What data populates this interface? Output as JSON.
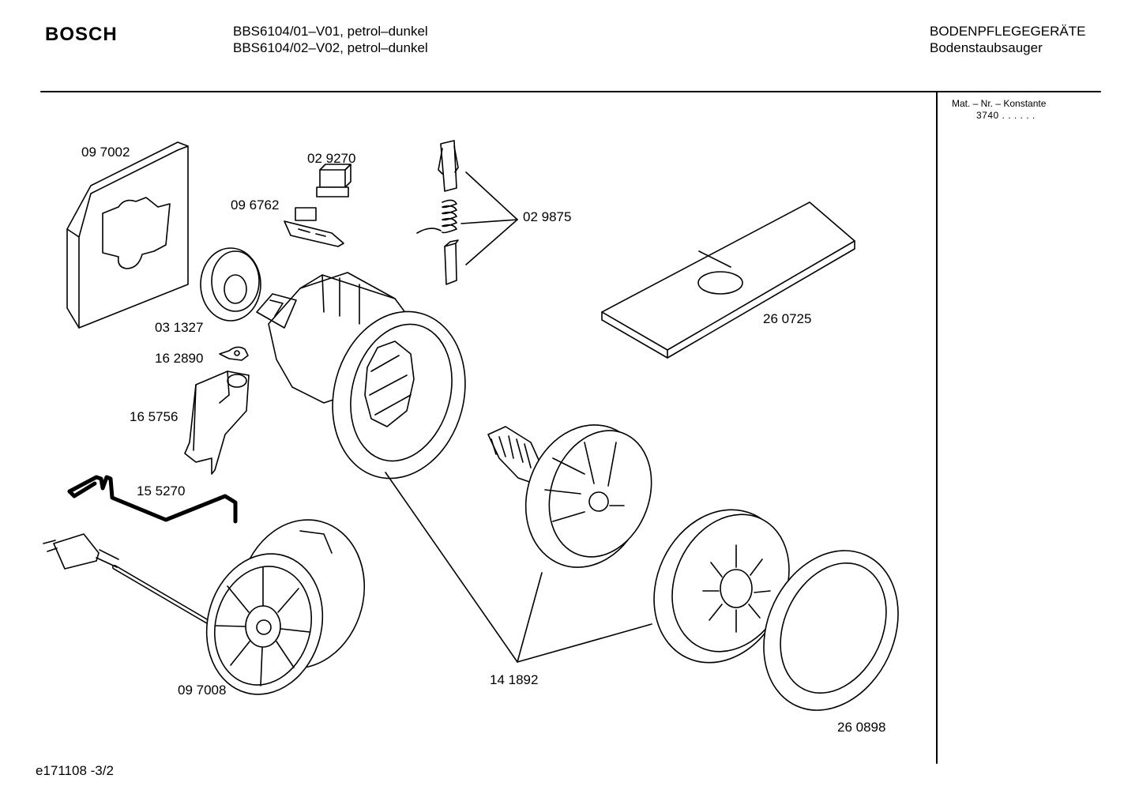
{
  "header": {
    "brand": "BOSCH",
    "models": [
      "BBS6104/01–V01, petrol–dunkel",
      "BBS6104/02–V02, petrol–dunkel"
    ],
    "category": "BODENPFLEGEGERÄTE",
    "subcategory": "Bodenstaubsauger"
  },
  "sidebar": {
    "matnr_label": "Mat. – Nr. – Konstante",
    "matnr_value": "3740 . .  . . . ."
  },
  "parts": {
    "p097002": "09 7002",
    "p029270": "02 9270",
    "p096762": "09 6762",
    "p029875": "02 9875",
    "p031327": "03 1327",
    "p162890": "16 2890",
    "p165756": "16 5756",
    "p155270": "15 5270",
    "p097008": "09 7008",
    "p141892": "14 1892",
    "p260725": "26 0725",
    "p260898": "26 0898"
  },
  "footer": {
    "doc_id": "e171108 -3/2"
  }
}
